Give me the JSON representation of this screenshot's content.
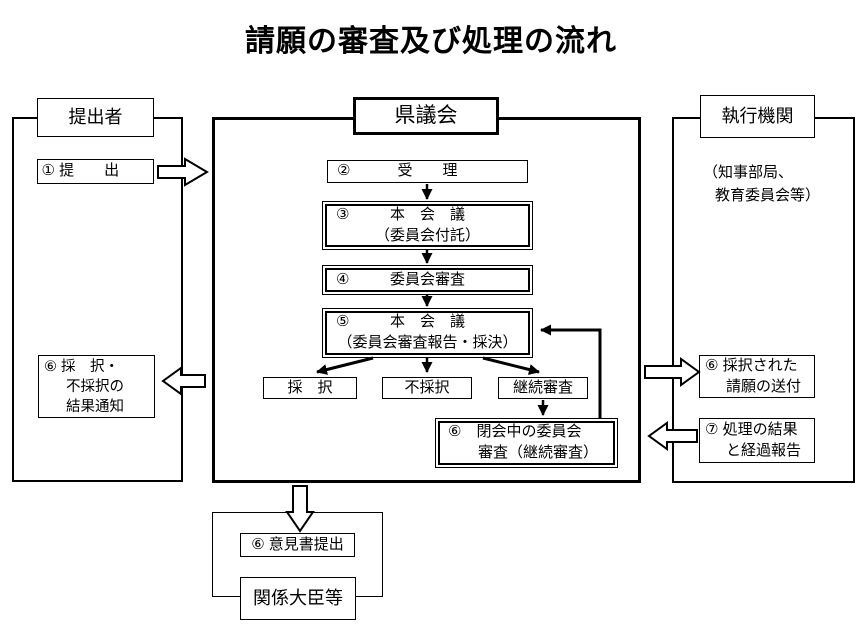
{
  "title": "請願の審査及び処理の流れ",
  "left": {
    "header": "提出者",
    "submit": "① 提　　出",
    "notify": {
      "line1": "⑥ 採　択・",
      "line2": "不採択の",
      "line3": "結果通知"
    }
  },
  "center": {
    "header": "県議会",
    "accept": {
      "num": "②",
      "label": "受　　理"
    },
    "plenary_referral": {
      "num": "③",
      "line1": "本　会　議",
      "line2": "（委員会付託）"
    },
    "committee_review": {
      "num": "④",
      "label": "委員会審査"
    },
    "plenary_vote": {
      "num": "⑤",
      "line1": "本　会　議",
      "line2": "（委員会審査報告・採決）"
    },
    "adopted": "採　択",
    "rejected": "不採択",
    "continued": "継続審査",
    "recess_review": {
      "line1": "⑥　閉会中の委員会",
      "line2": "審査（継続審査）"
    }
  },
  "right": {
    "header": "執行機関",
    "subtitle": {
      "line1": "（知事部局、",
      "line2": "教育委員会等）"
    },
    "sent": {
      "line1": "⑥ 採択された",
      "line2": "請願の送付"
    },
    "report": {
      "line1": "⑦ 処理の結果",
      "line2": "と経過報告"
    }
  },
  "bottom": {
    "opinion": "⑥ 意見書提出",
    "ministers": "関係大臣等"
  }
}
